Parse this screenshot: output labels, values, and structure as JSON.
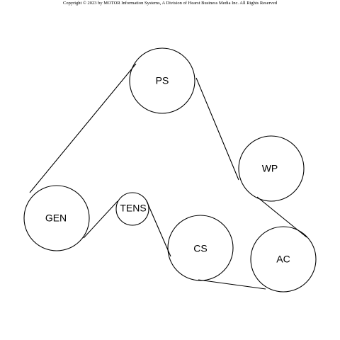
{
  "copyright": "Copyright © 2023 by MOTOR Information Systems, A Division of Hearst Business Media Inc. All Rights Reserved",
  "pulleys": {
    "ps": {
      "label": "PS"
    },
    "wp": {
      "label": "WP"
    },
    "gen": {
      "label": "GEN"
    },
    "tens": {
      "label": "TENS"
    },
    "cs": {
      "label": "CS"
    },
    "ac": {
      "label": "AC"
    }
  }
}
